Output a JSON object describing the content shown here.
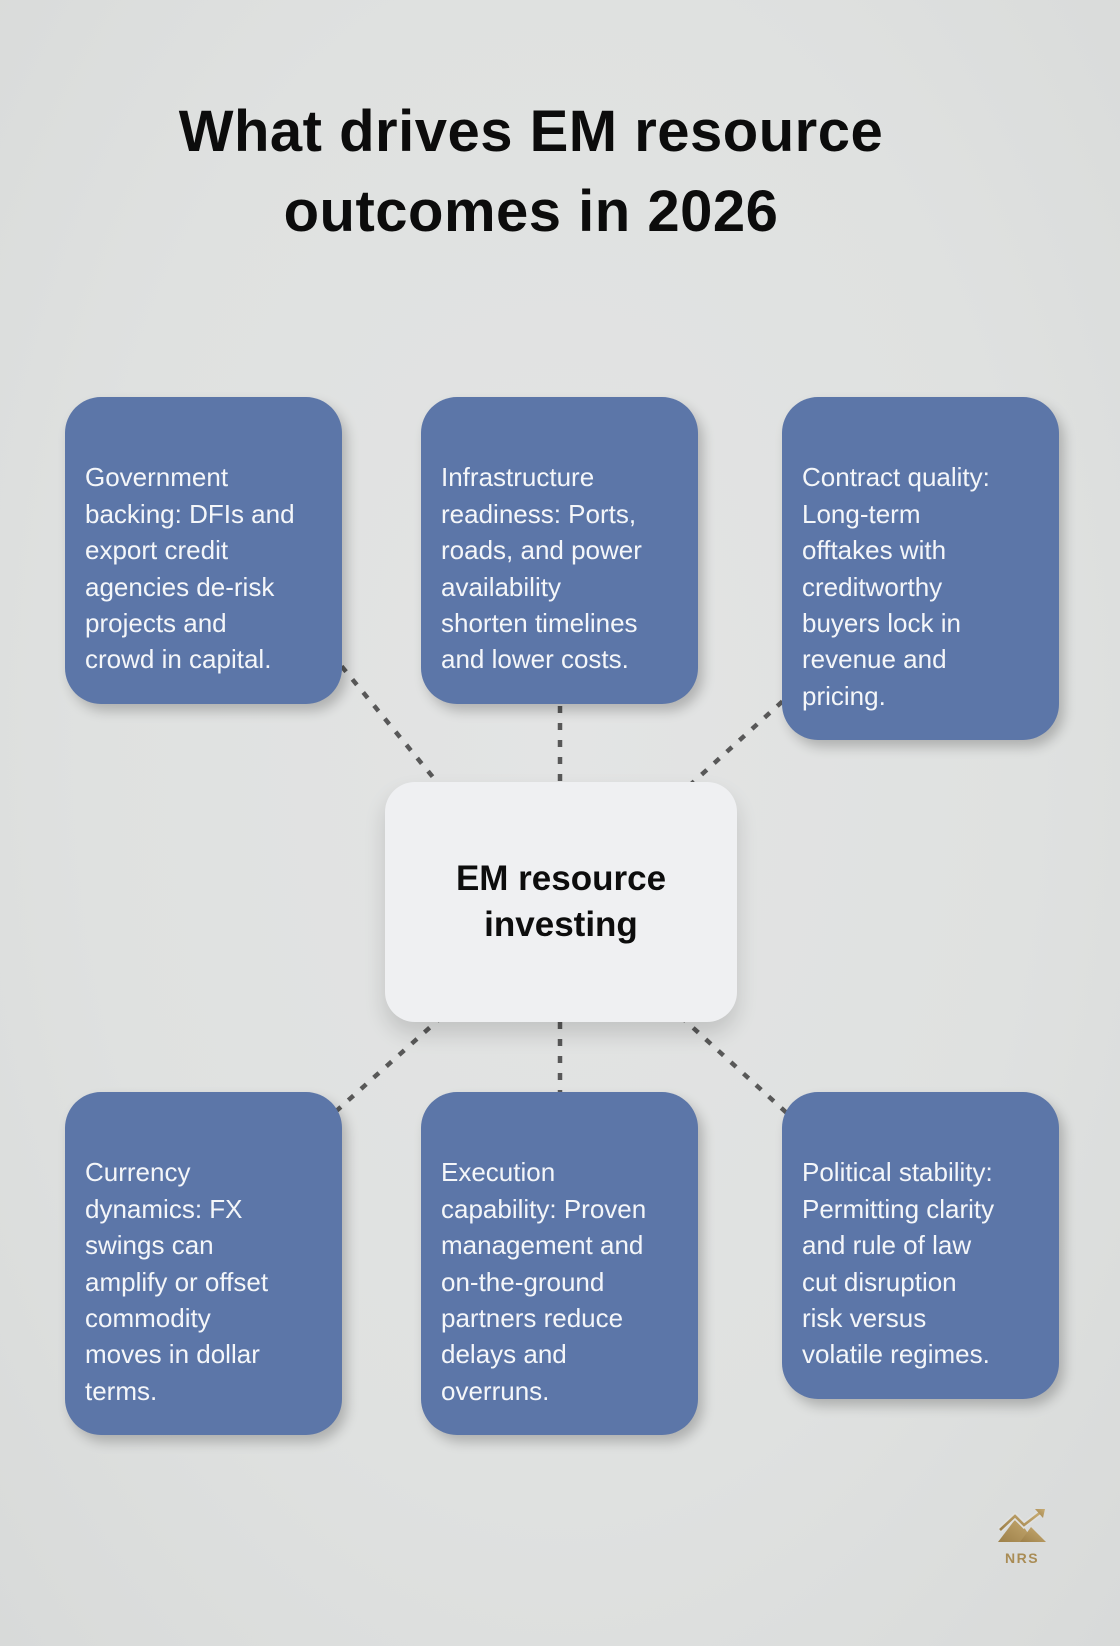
{
  "title": "What drives EM resource\noutcomes in 2026",
  "center": {
    "label": "EM resource\ninvesting"
  },
  "factors": [
    "Government\nbacking: DFIs and\nexport credit\nagencies de-risk\nprojects and\ncrowd in capital.",
    "Infrastructure\nreadiness: Ports,\nroads, and power\navailability\nshorten timelines\nand lower costs.",
    "Contract quality:\nLong-term\nofftakes with\ncreditworthy\nbuyers lock in\nrevenue and\npricing.",
    "Currency\ndynamics: FX\nswings can\namplify or offset\ncommodity\nmoves in dollar\nterms.",
    "Execution\ncapability: Proven\nmanagement and\non-the-ground\npartners reduce\ndelays and\noverruns.",
    "Political stability:\nPermitting clarity\nand rule of law\ncut disruption\nrisk versus\nvolatile regimes."
  ],
  "logo": {
    "text": "NRS"
  },
  "colors": {
    "background": "#e0e1e0",
    "factor_box": "#5c76a8",
    "factor_text": "#f4f6f9",
    "center_box": "#eff0f2",
    "center_text": "#0d0d0d",
    "title_text": "#0c0c0c",
    "connector": "#585858",
    "logo_gold": "#b3975f"
  }
}
